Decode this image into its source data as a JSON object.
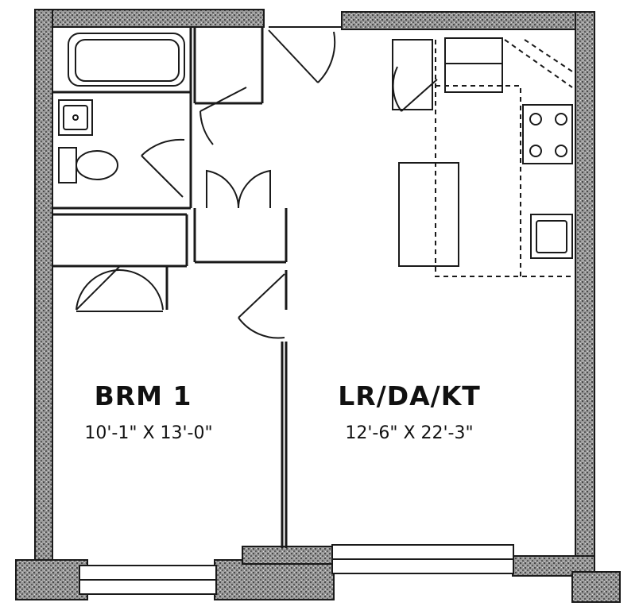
{
  "rooms": {
    "bedroom": {
      "name": "BRM 1",
      "dimensions": "10'-1\" X 13'-0\""
    },
    "living": {
      "name": "LR/DA/KT",
      "dimensions": "12'-6\" X 22'-3\""
    }
  },
  "colors": {
    "wall": "#8f8f8f",
    "line": "#1a1a1a",
    "background": "#ffffff"
  }
}
